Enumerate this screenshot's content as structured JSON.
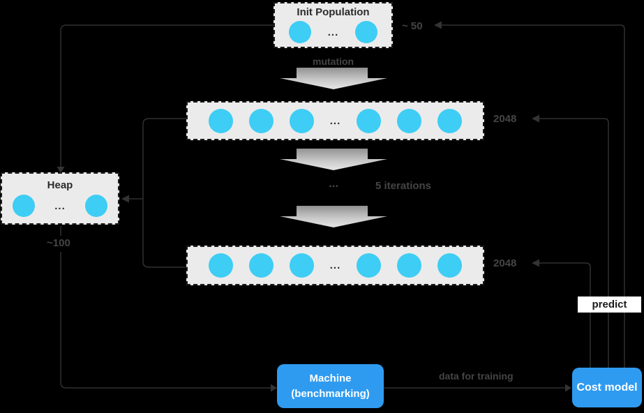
{
  "diagram": {
    "init_population": {
      "title": "Init Population",
      "dots": "...",
      "count": "~ 50"
    },
    "mutation_label": "mutation",
    "row1": {
      "dots": "...",
      "count": "2048"
    },
    "iteration": {
      "dots": "...",
      "label": "5 iterations"
    },
    "row2": {
      "dots": "...",
      "count": "2048"
    },
    "heap": {
      "title": "Heap",
      "dots": "...",
      "count": "~100"
    },
    "machine": {
      "title_line1": "Machine",
      "title_line2": "(benchmarking)"
    },
    "data_edge_label": "data for training",
    "cost_model": {
      "title": "Cost model"
    },
    "predict_label": "predict",
    "colors": {
      "background": "#000000",
      "candidate_circle": "#3ECDF4",
      "blue_node": "#2F9BF0",
      "dashed_box": "#EBEBEB",
      "gray_label": "#454545",
      "edge_line": "#303030"
    }
  }
}
